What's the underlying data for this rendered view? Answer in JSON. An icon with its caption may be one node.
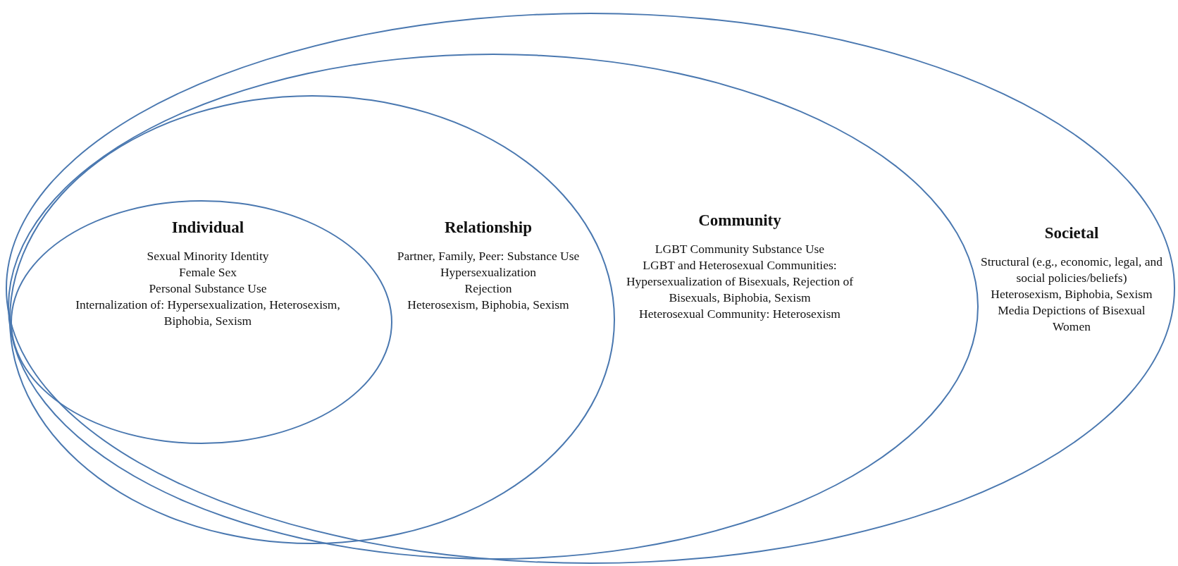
{
  "diagram": {
    "nodes": [
      {
        "text": [
          "Societal",
          "Structural (e.g., economic, legal, and social policies/beliefs)",
          "Heterosexism, Biphobia, Sexism",
          "Media Depictions of Bisexual Women"
        ]
      },
      {
        "text": [
          "Community",
          "LGBT Community Substance Use",
          "LGBT and Heterosexual Communities: Hypersexualization of Bisexuals, Rejection of Bisexuals, Biphobia, Sexism",
          "Heterosexual Community: Heterosexism"
        ],
        "in": 0
      },
      {
        "text": [
          "Relationship",
          "Partner, Family, Peer: Substance Use",
          "Hypersexualization",
          "Rejection",
          "Heterosexism, Biphobia, Sexism"
        ],
        "in": 1
      },
      {
        "text": [
          "Individual",
          "Sexual Minority Identity",
          "Female Sex",
          "Personal Substance Use",
          "Internalization of: Hypersexualization, Heterosexism, Biphobia, Sexism"
        ],
        "in": 2
      }
    ]
  }
}
